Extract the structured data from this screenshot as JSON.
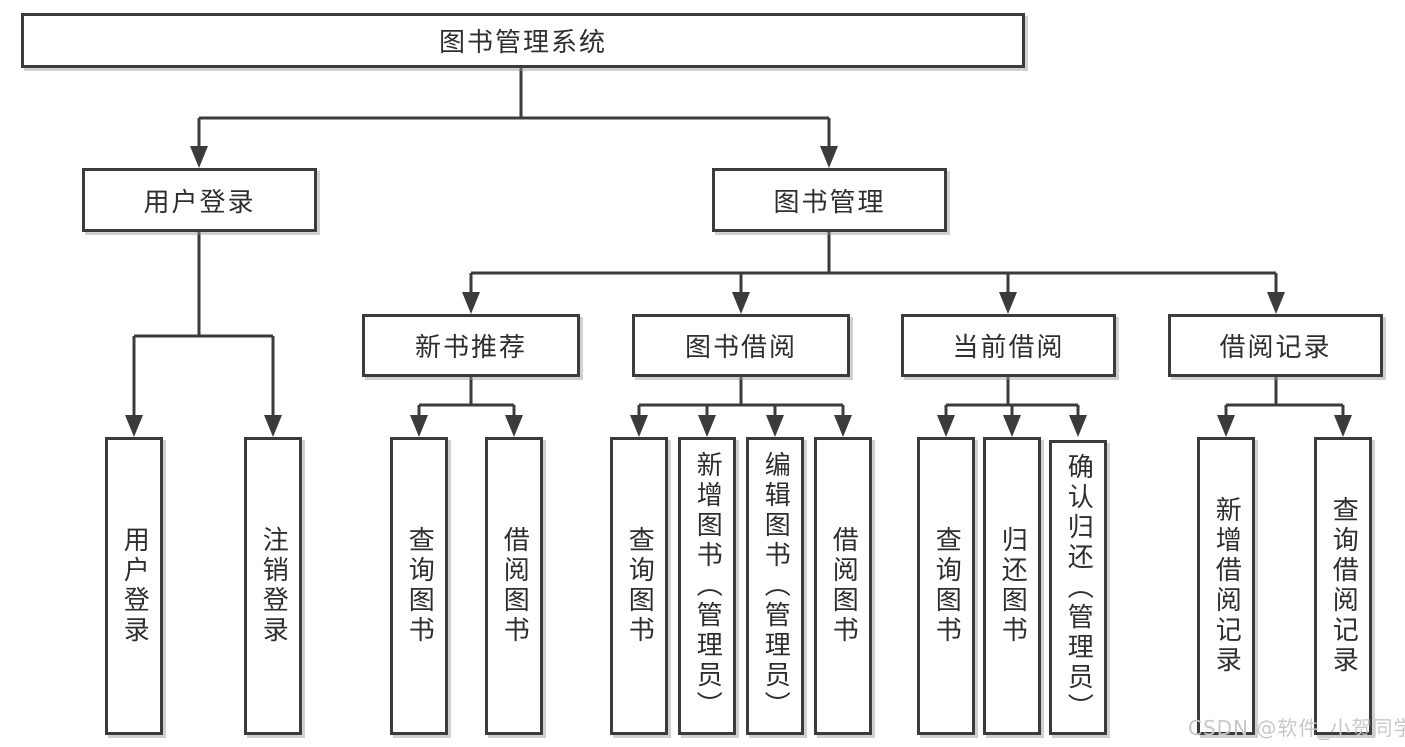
{
  "diagram": {
    "type": "hierarchy-tree",
    "tree": {
      "root": {
        "label": "图书管理系统",
        "children": [
          {
            "label": "用户登录",
            "children": [
              {
                "label": "用户登录"
              },
              {
                "label": "注销登录"
              }
            ]
          },
          {
            "label": "图书管理",
            "children": [
              {
                "label": "新书推荐",
                "children": [
                  {
                    "label": "查询图书"
                  },
                  {
                    "label": "借阅图书"
                  }
                ]
              },
              {
                "label": "图书借阅",
                "children": [
                  {
                    "label": "查询图书"
                  },
                  {
                    "label": "新增图书（管理员）"
                  },
                  {
                    "label": "编辑图书（管理员）"
                  },
                  {
                    "label": "借阅图书"
                  }
                ]
              },
              {
                "label": "当前借阅",
                "children": [
                  {
                    "label": "查询图书"
                  },
                  {
                    "label": "归还图书"
                  },
                  {
                    "label": "确认归还（管理员）"
                  }
                ]
              },
              {
                "label": "借阅记录",
                "children": [
                  {
                    "label": "新增借阅记录"
                  },
                  {
                    "label": "查询借阅记录"
                  }
                ]
              }
            ]
          }
        ]
      }
    },
    "colors": {
      "line": "#3b3b3b",
      "box_border": "#3b3b3b",
      "box_background": "#ffffff",
      "text": "#2e2e2e",
      "watermark": "#c8c8c8",
      "background": "#ffffff"
    }
  },
  "watermark": {
    "text": "CSDN @软件_小贺同学"
  }
}
